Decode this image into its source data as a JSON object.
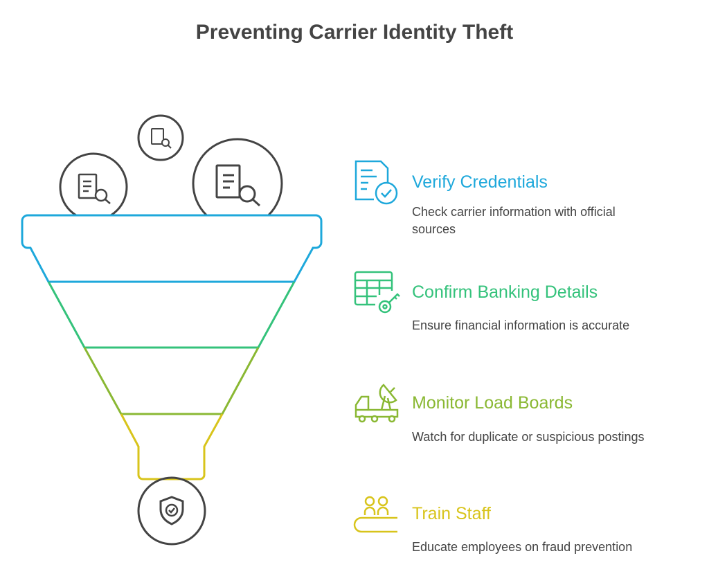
{
  "title": "Preventing Carrier Identity Theft",
  "steps": [
    {
      "title": "Verify Credentials",
      "description": "Check carrier information with official sources",
      "color": "#1EA8DB",
      "icon": "document-check-icon"
    },
    {
      "title": "Confirm Banking Details",
      "description": "Ensure financial information is accurate",
      "color": "#34C27B",
      "icon": "table-key-icon"
    },
    {
      "title": "Monitor Load Boards",
      "description": "Watch for duplicate or suspicious postings",
      "color": "#8AB833",
      "icon": "truck-satellite-icon"
    },
    {
      "title": "Train Staff",
      "description": "Educate employees on fraud prevention",
      "color": "#D8C41B",
      "icon": "people-training-icon"
    }
  ]
}
